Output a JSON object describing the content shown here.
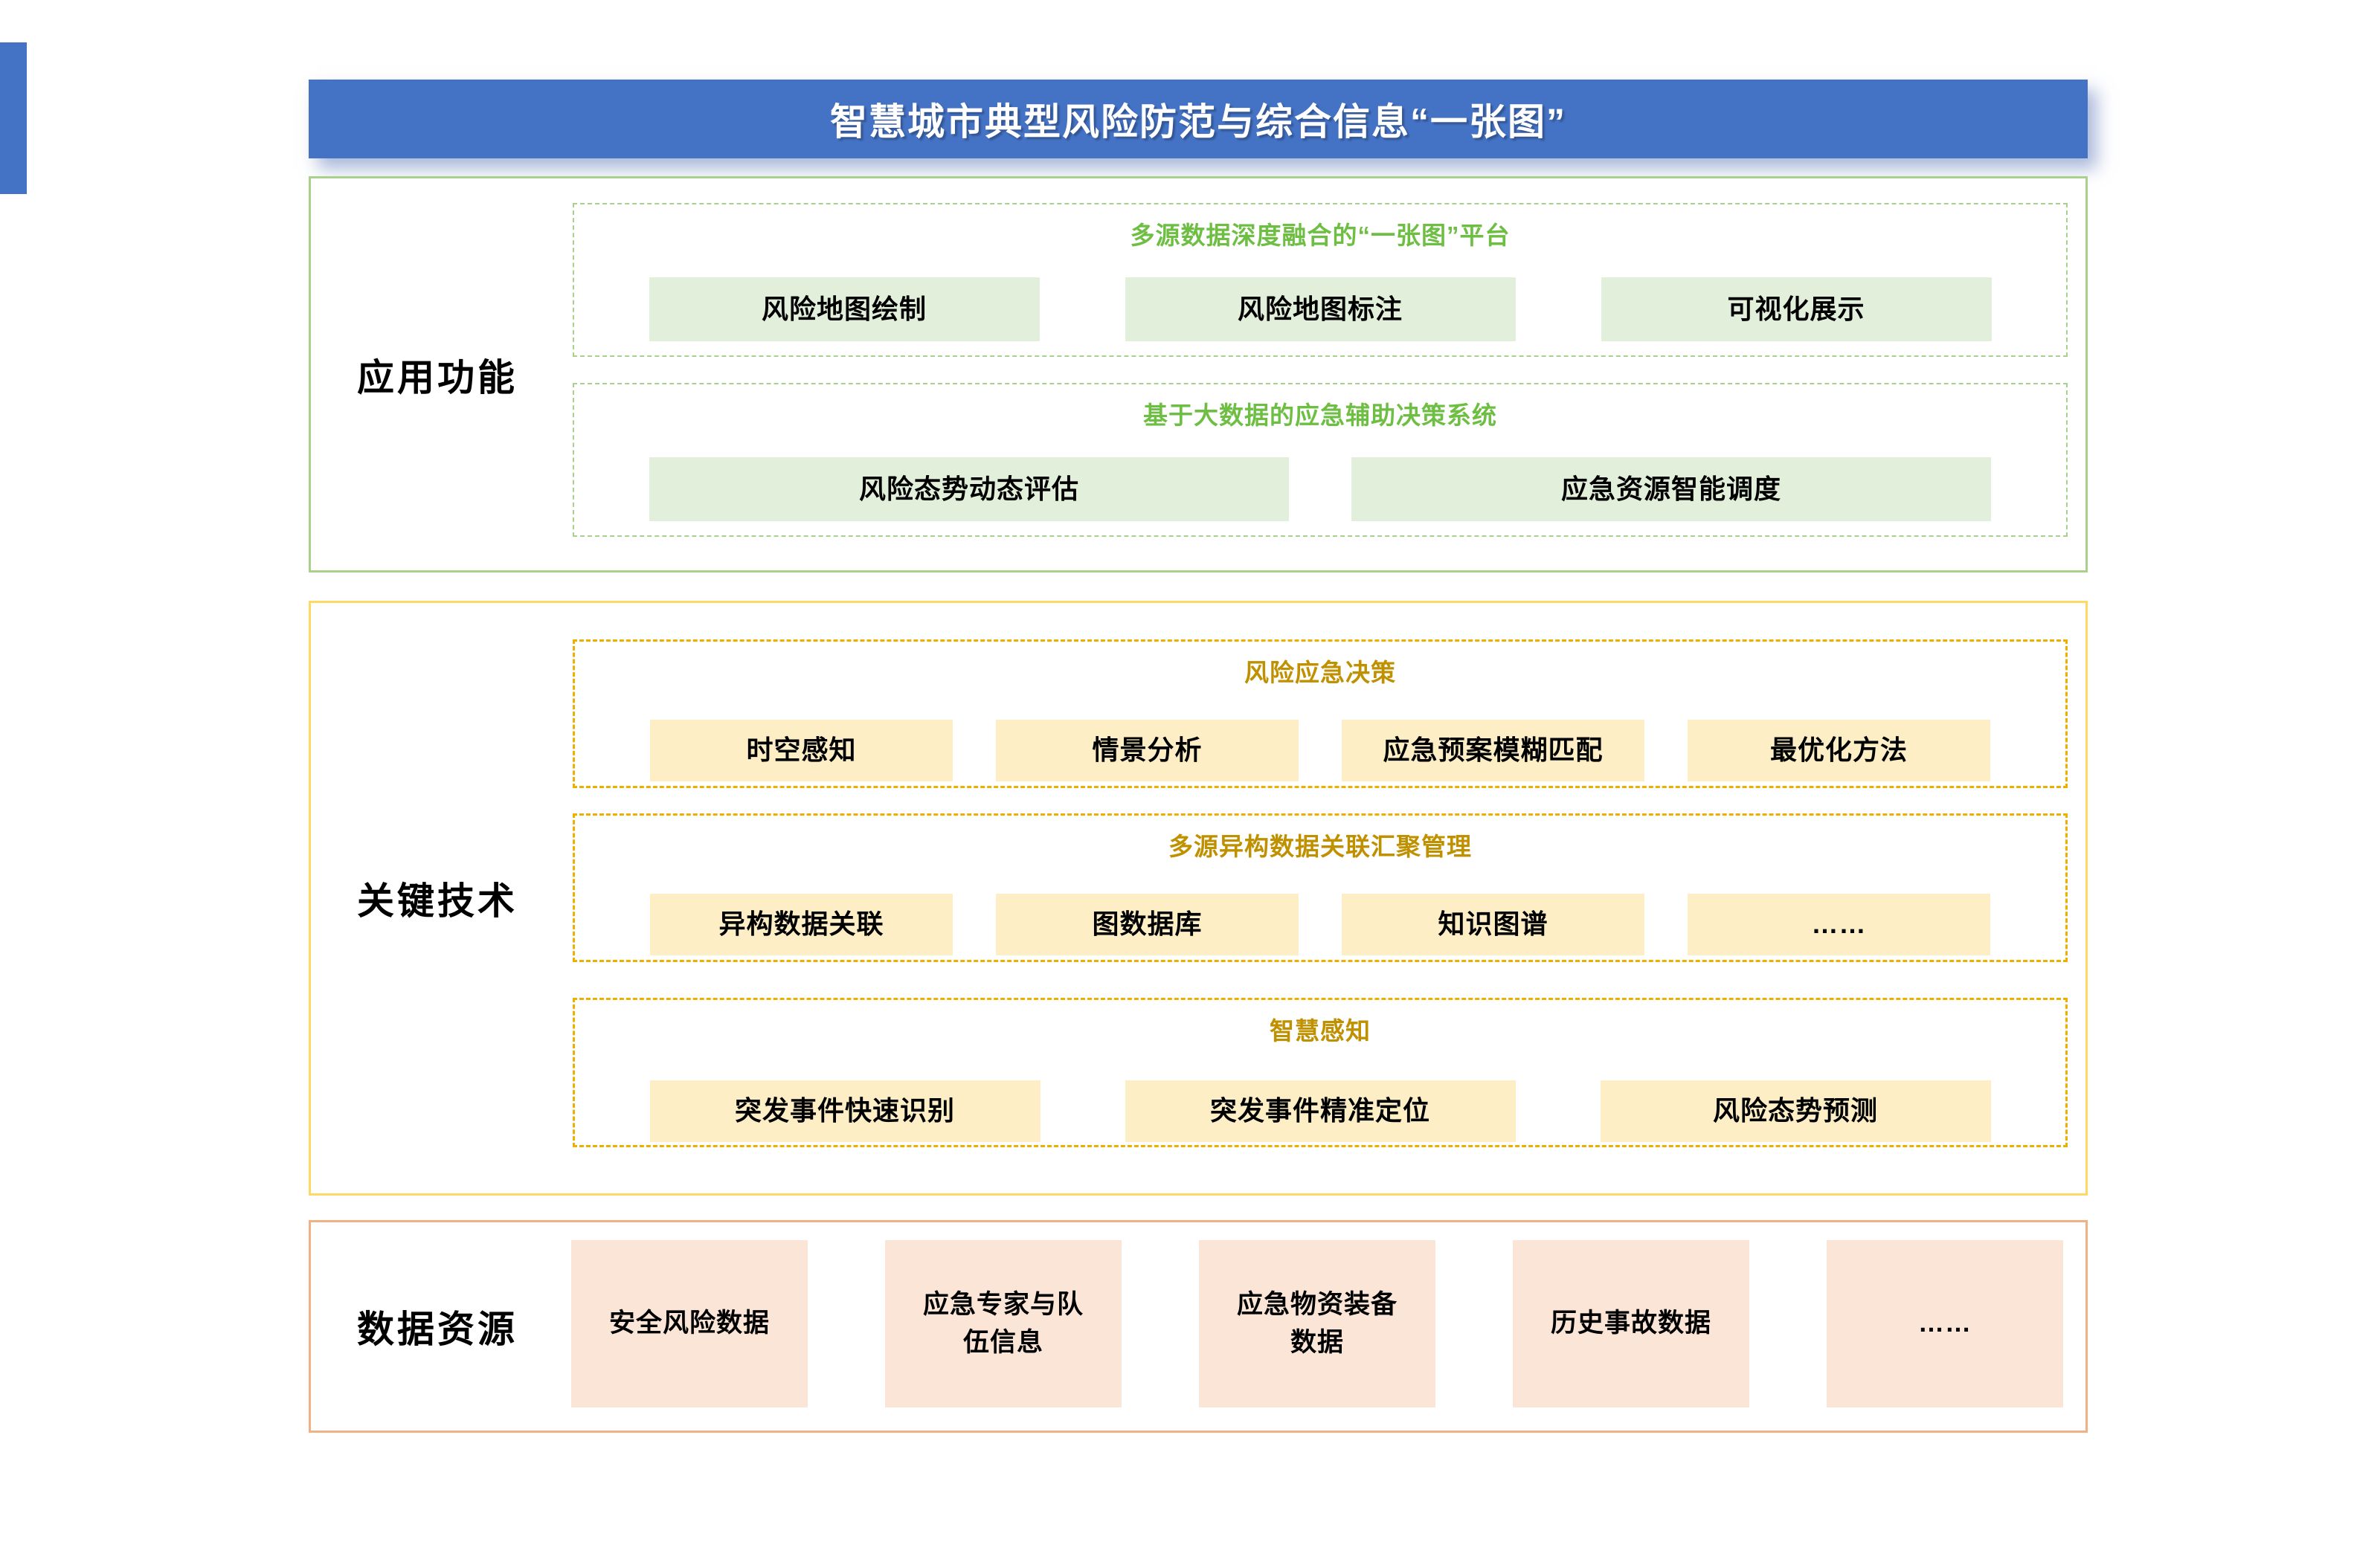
{
  "title": "智慧城市典型风险防范与综合信息“一张图”",
  "colors": {
    "accent_blue": "#4472C4",
    "green_border": "#A9D18E",
    "green_fill": "#E2EFDA",
    "green_header_text": "#6FBE44",
    "yellow_border": "#FFD966",
    "gold_dashed_border": "#EDAF00",
    "yellow_fill": "#FDEEC6",
    "gold_header_text": "#BF9000",
    "orange_border": "#F2B183",
    "orange_fill": "#FBE5D6"
  },
  "sections": [
    {
      "label": "应用功能",
      "groups": [
        {
          "header": "多源数据深度融合的“一张图”平台",
          "items": [
            "风险地图绘制",
            "风险地图标注",
            "可视化展示"
          ]
        },
        {
          "header": "基于大数据的应急辅助决策系统",
          "items": [
            "风险态势动态评估",
            "应急资源智能调度"
          ]
        }
      ]
    },
    {
      "label": "关键技术",
      "groups": [
        {
          "header": "风险应急决策",
          "items": [
            "时空感知",
            "情景分析",
            "应急预案模糊匹配",
            "最优化方法"
          ]
        },
        {
          "header": "多源异构数据关联汇聚管理",
          "items": [
            "异构数据关联",
            "图数据库",
            "知识图谱",
            "……"
          ]
        },
        {
          "header": "智慧感知",
          "items": [
            "突发事件快速识别",
            "突发事件精准定位",
            "风险态势预测"
          ]
        }
      ]
    },
    {
      "label": "数据资源",
      "items": [
        "安全风险数据",
        "应急专家与队\n伍信息",
        "应急物资装备\n数据",
        "历史事故数据",
        "……"
      ]
    }
  ]
}
